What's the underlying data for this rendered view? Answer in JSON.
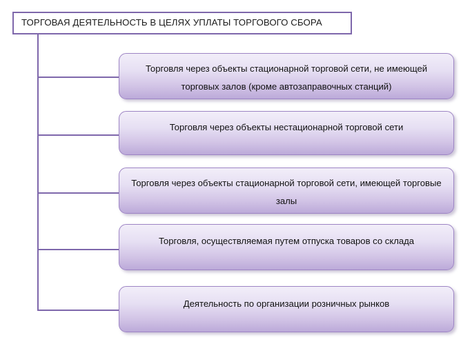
{
  "diagram": {
    "root": {
      "label": "ТОРГОВАЯ ДЕЯТЕЛЬНОСТЬ В ЦЕЛЯХ УПЛАТЫ ТОРГОВОГО СБОРА"
    },
    "nodes": [
      {
        "label": "Торговля через объекты стационарной торговой сети, не имеющей торговых залов (кроме автозаправочных станций)"
      },
      {
        "label": "Торговля через объекты нестационарной  торговой сети"
      },
      {
        "label": "Торговля через объекты стационарной  торговой сети, имеющей торговые залы"
      },
      {
        "label": "Торговля, осуществляемая  путем отпуска товаров со склада"
      },
      {
        "label": "Деятельность по организации  розничных рынков"
      }
    ],
    "colors": {
      "border": "#7e67ab",
      "node_border": "#9d84c4",
      "node_gradient_top": "#f2eef9",
      "node_gradient_bottom": "#bcaad9",
      "root_fill": "#ffffff",
      "text": "#111111",
      "background": "#ffffff"
    }
  }
}
